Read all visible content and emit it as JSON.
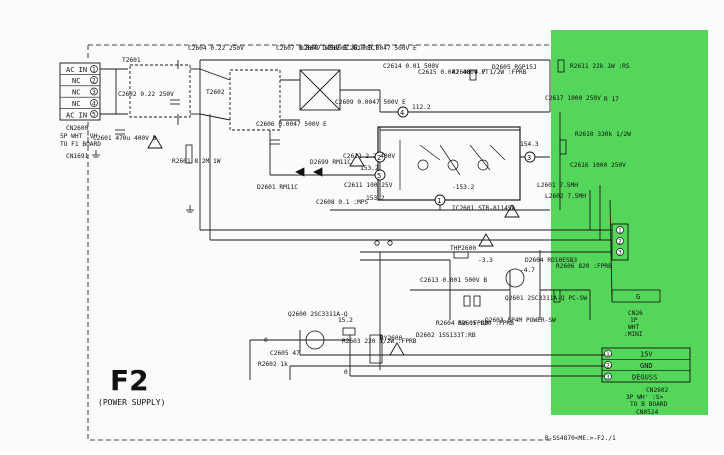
{
  "left_connector": {
    "pins": [
      {
        "label": "AC IN",
        "num": "1"
      },
      {
        "label": "NC",
        "num": "2"
      },
      {
        "label": "NC",
        "num": "3"
      },
      {
        "label": "NC",
        "num": "4"
      },
      {
        "label": "AC IN",
        "num": "5"
      }
    ],
    "desc_1": "CN2600",
    "desc_2": "5P WHT :VH",
    "desc_3": "TO F1 BOARD",
    "desc_4": "CN1691"
  },
  "right_connector_top": {
    "pins": [
      {
        "num": "1"
      },
      {
        "num": "2"
      },
      {
        "num": "3"
      }
    ]
  },
  "cn26_block": {
    "g": "G",
    "l1": "CN26",
    "l2": "1P",
    "l3": "WHT",
    "l4": ":MINI"
  },
  "right_connector_bottom": {
    "pins": [
      {
        "num": "1",
        "label": "15V"
      },
      {
        "num": "2",
        "label": "GND"
      },
      {
        "num": "3",
        "label": "DEGUSS"
      }
    ],
    "desc_1": "CN2602",
    "desc_2": "3P WH' :S>",
    "desc_3": "TO B BOARD",
    "desc_4": "CN0524"
  },
  "title": {
    "main": "F2",
    "sub": "(POWER SUPPLY)"
  },
  "footer": "B-SS4870<ME.>-F2./1",
  "components": {
    "c2604": "C2604 0.22 250V",
    "c2607": "C2607 0.0047 500V E",
    "d2600": "D2600 D4SB60L AC-RECT",
    "c2610": "C2610 0.0047 500V E",
    "c2614": "C2614 0.01 500V",
    "c2615": "C2615 0.047 400V PT",
    "r2608": "R2608 4.7 1/2W :FPRB",
    "d2605": "D2605 RGP15J",
    "r2611": "R2611 22k 1W :RS",
    "c2617": "C2617 1000 250V",
    "l_hint": "R 17",
    "r2610": "R2610 330k 1/2W",
    "c2616": "C2616 1000 250V",
    "t2601": "T2601",
    "t2602": "T2602",
    "c2602": "C2602 0.22 250V",
    "c2601": "C2601 470u 400V B",
    "r2601": "R2601 8.2M 1W",
    "c2606": "C2606 0.0047 500V E",
    "c2609": "C2609 0.0047 500V E",
    "d2601": "D2601 RM11C",
    "d2699": "D2699 RM11C",
    "c2612": "C2612 2.2 400V",
    "c2611": "C2611 100 25V",
    "c2608": "C2608 0.1 :MPS",
    "ic2601": "IC2601 STR-81145A",
    "v1532": "153.2",
    "v1122": "112.2",
    "v1543": "154.3",
    "v1532b": "-153.2",
    "v1533": "153.2",
    "l2601": "L2601 7.5MH",
    "l2602": "L2602 7.5MH",
    "thp": "THP2600",
    "d2604": "D2604 RD10ESB3",
    "c2613": "C2613 0.001 500V B",
    "q2601": "Q2601 2SC3311A-Q PC-SW",
    "r2604": "R2604 5W :FPRB",
    "r2605": "R2605 820 :FPRB",
    "r2606": "R2606 820 :FPRB",
    "q2603": "Q2603 SP4M POWER-SW",
    "d2602": "D2602 1SS133T:RB",
    "ry2600": "RY2600",
    "q2600": "Q2600 2SC3311A-Q",
    "v152": "15.2",
    "r2603": "R2603 220 1/2W :FPRB",
    "c2605": "C2605 47",
    "r2602": "R2602 1k",
    "vneg33": "-3.3",
    "vneg47": "-4.7",
    "v0": "0",
    "v0b": "0"
  },
  "highlight_color": "#54d65a",
  "line_color": "#1a1a1a"
}
